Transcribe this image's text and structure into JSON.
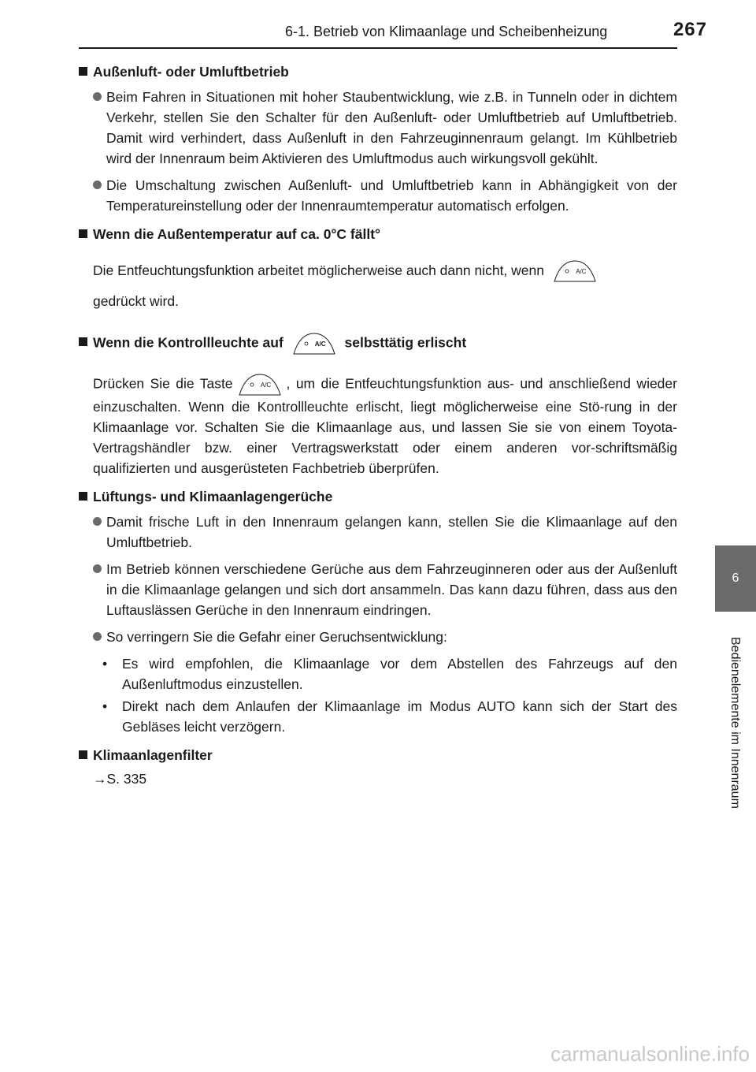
{
  "header": {
    "section_title": "6-1. Betrieb von Klimaanlage und Scheibenheizung",
    "page_number": "267"
  },
  "side_tab": {
    "chapter_number": "6",
    "chapter_label": "Bedienelemente im Innenraum"
  },
  "ac_button_label": "A/C",
  "sections": {
    "s1": {
      "heading": "Außenluft- oder Umluftbetrieb",
      "bullet1": "Beim Fahren in Situationen mit hoher Staubentwicklung, wie z.B. in Tunneln oder in dichtem Verkehr, stellen Sie den Schalter für den Außenluft- oder Umluftbetrieb auf Umluftbetrieb. Damit wird verhindert, dass Außenluft in den Fahrzeuginnenraum gelangt. Im Kühlbetrieb wird der Innenraum beim Aktivieren des Umluftmodus auch wirkungsvoll gekühlt.",
      "bullet2": "Die Umschaltung zwischen Außenluft- und Umluftbetrieb kann in Abhängigkeit von der Temperatureinstellung oder der Innenraumtemperatur automatisch erfolgen."
    },
    "s2": {
      "heading": "Wenn die Außentemperatur auf ca. 0°C fällt°",
      "text_before": "Die Entfeuchtungsfunktion arbeitet möglicherweise auch dann nicht, wenn",
      "text_after": "gedrückt wird."
    },
    "s3": {
      "heading_before": "Wenn die Kontrollleuchte auf",
      "heading_after": "selbsttätig erlischt",
      "text_before": "Drücken Sie die Taste",
      "text_after": ", um die Entfeuchtungsfunktion aus- und anschließend wieder einzuschalten. Wenn die Kontrollleuchte erlischt, liegt möglicherweise eine Stö-rung in der Klimaanlage vor. Schalten Sie die Klimaanlage aus, und lassen Sie sie von einem Toyota-Vertragshändler bzw. einer Vertragswerkstatt oder einem anderen vor-schriftsmäßig qualifizierten und ausgerüsteten Fachbetrieb überprüfen."
    },
    "s4": {
      "heading": "Lüftungs- und Klimaanlagengerüche",
      "bullet1": "Damit frische Luft in den Innenraum gelangen kann, stellen Sie die Klimaanlage auf den Umluftbetrieb.",
      "bullet2": "Im Betrieb können verschiedene Gerüche aus dem Fahrzeuginneren oder aus der Außenluft in die Klimaanlage gelangen und sich dort ansammeln. Das kann dazu führen, dass aus den Luftauslässen Gerüche in den Innenraum eindringen.",
      "bullet3": "So verringern Sie die Gefahr einer Geruchsentwicklung:",
      "sub1": "Es wird empfohlen, die Klimaanlage vor dem Abstellen des Fahrzeugs auf den Außenluftmodus einzustellen.",
      "sub2": "Direkt nach dem Anlaufen der Klimaanlage im Modus AUTO kann sich der Start des Gebläses leicht verzögern."
    },
    "s5": {
      "heading": "Klimaanlagenfilter",
      "reference": "→S. 335"
    }
  },
  "watermark": "carmanualsonline.info"
}
